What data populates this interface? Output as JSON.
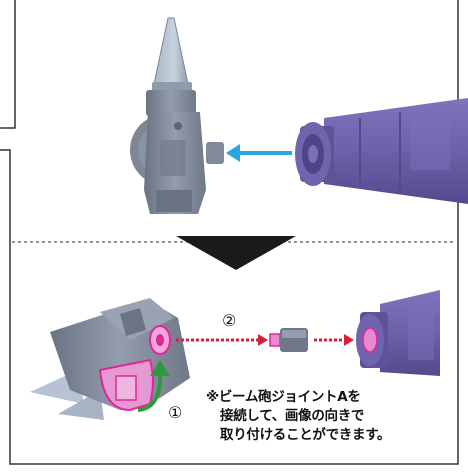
{
  "steps": {
    "step1": "①",
    "step2": "②"
  },
  "note": {
    "line1": "※ビーム砲ジョイントAを",
    "line2": "接続して、画像の向きで",
    "line3": "取り付けることができます。"
  },
  "colors": {
    "frame": "#333333",
    "gray_part": "#7e8797",
    "purple_part": "#6b5fa8",
    "magenta_highlight": "#e0269a",
    "blue_arrow": "#2aa6e0",
    "red_arrow": "#d8203a",
    "green_arrow": "#2e9a3c"
  }
}
